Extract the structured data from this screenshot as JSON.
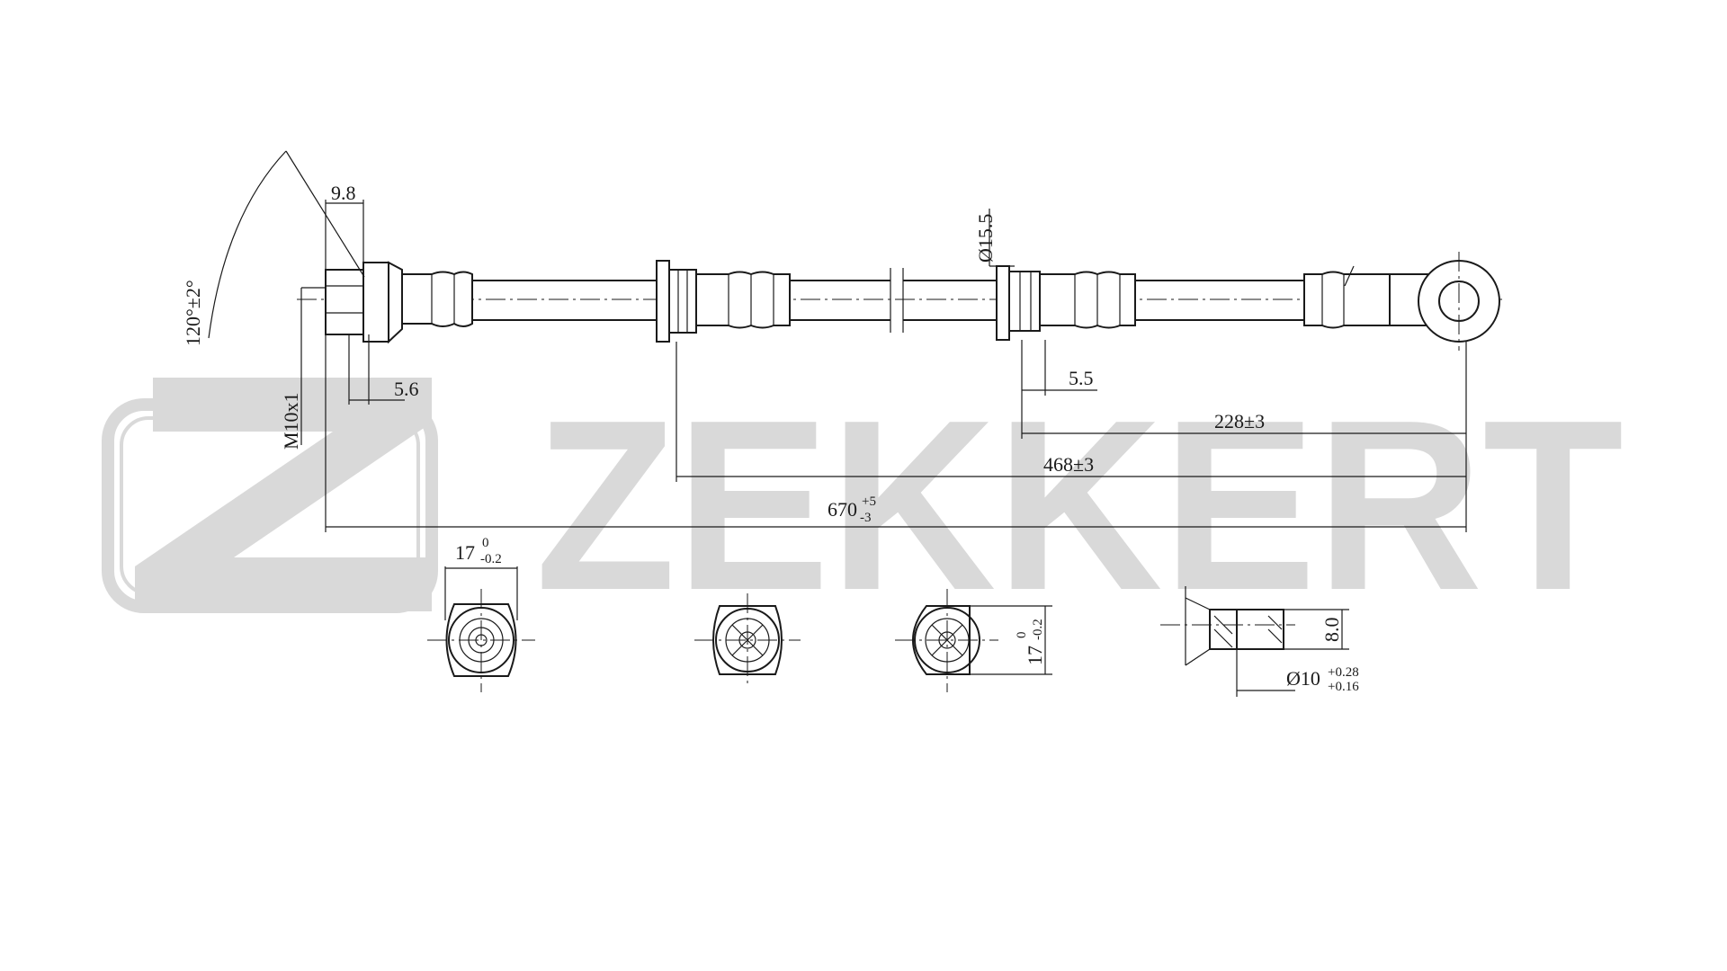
{
  "watermark": {
    "text": "ZEKKERT",
    "color": "#d9d9d9"
  },
  "colors": {
    "ink": "#1a1a1a",
    "background": "#ffffff"
  },
  "dimensions": {
    "angle": "120°±2°",
    "nut_width": "9.8",
    "thread": "M10x1",
    "nut_offset": "5.6",
    "diameter": "Ø15.5",
    "clip_width": "5.5",
    "len_228": "228±3",
    "len_468": "468±3",
    "len_670": "670",
    "len_670_upper": "+5",
    "len_670_lower": "-3",
    "hex1_size": "17",
    "hex1_upper": "0",
    "hex1_lower": "-0.2",
    "hex2_size": "17",
    "hex2_upper": "0",
    "hex2_lower": "-0.2",
    "banjo_thickness": "8.0",
    "banjo_hole": "Ø10",
    "banjo_hole_upper": "+0.28",
    "banjo_hole_lower": "+0.16"
  }
}
